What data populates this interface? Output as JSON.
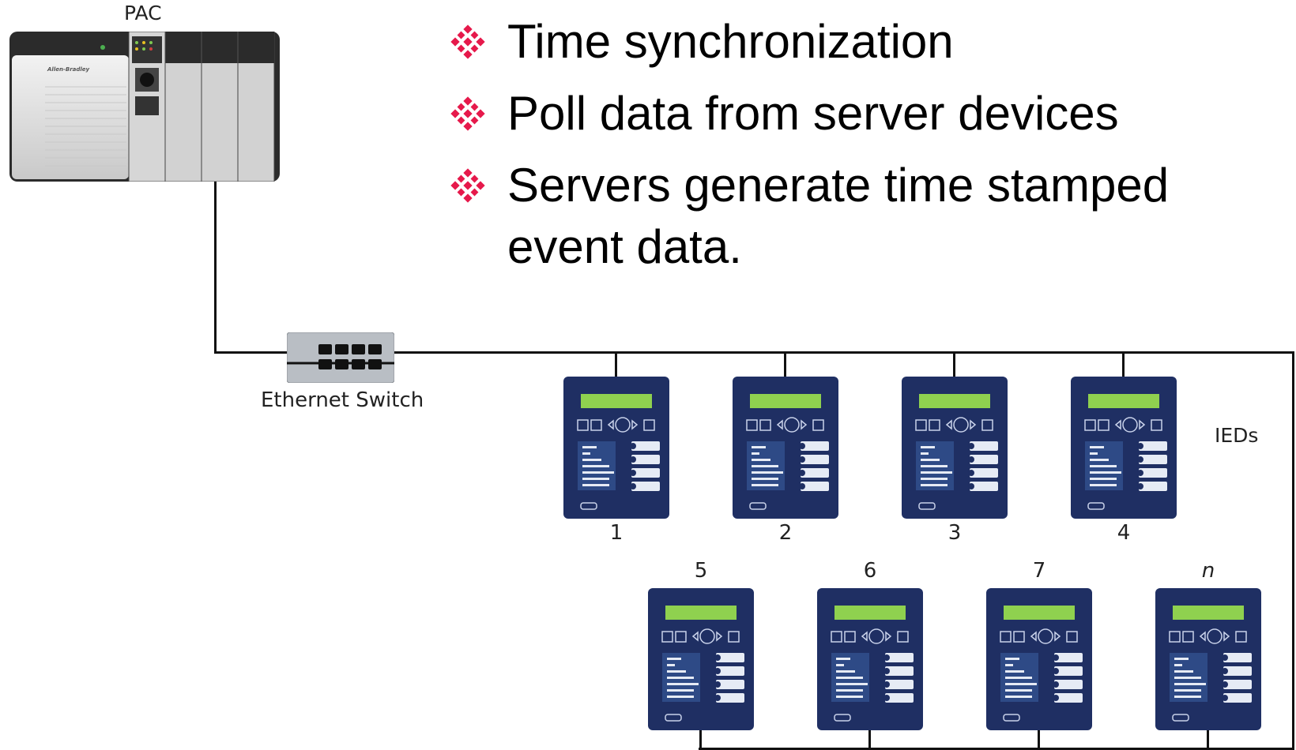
{
  "bullets": [
    {
      "text": "Time synchronization",
      "icon": "diamond-cluster-icon"
    },
    {
      "text": "Poll data from server devices",
      "icon": "diamond-cluster-icon"
    },
    {
      "text": "Servers generate time stamped event data.",
      "icon": "diamond-cluster-icon"
    }
  ],
  "diagram": {
    "pac_label": "PAC",
    "pac_brand": "Allen-Bradley",
    "switch_label": "Ethernet Switch",
    "ieds_label": "IEDs",
    "ied_numbers_top": [
      "1",
      "2",
      "3",
      "4"
    ],
    "ied_numbers_bottom": [
      "5",
      "6",
      "7",
      "n"
    ]
  },
  "colors": {
    "bullet_accent": "#e6194b",
    "ied_body": "#1f2f63",
    "ied_display": "#8fd14f",
    "wire": "#111111",
    "pac_body": "#dcdcdc",
    "switch_body": "#b9bec4"
  }
}
